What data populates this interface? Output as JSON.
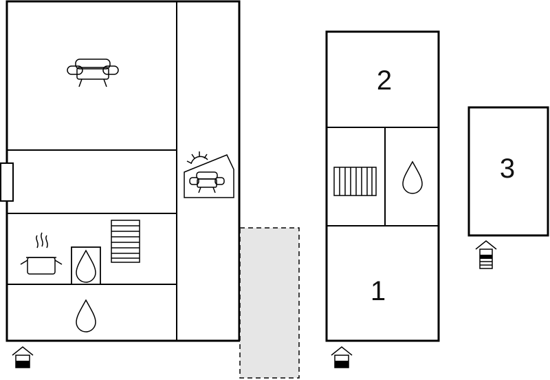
{
  "floorplan": {
    "room_numbers": [
      "1",
      "2",
      "3"
    ],
    "colors": {
      "water": "#bfe9f2",
      "wall": "#000000",
      "outdoor_area": "#e6e6e6"
    },
    "icons": [
      "sofa-icon",
      "terrace-sofa-icon",
      "cooking-pot-icon",
      "water-drop-icon",
      "stairs-icon",
      "entrance-icon",
      "window-icon"
    ]
  }
}
